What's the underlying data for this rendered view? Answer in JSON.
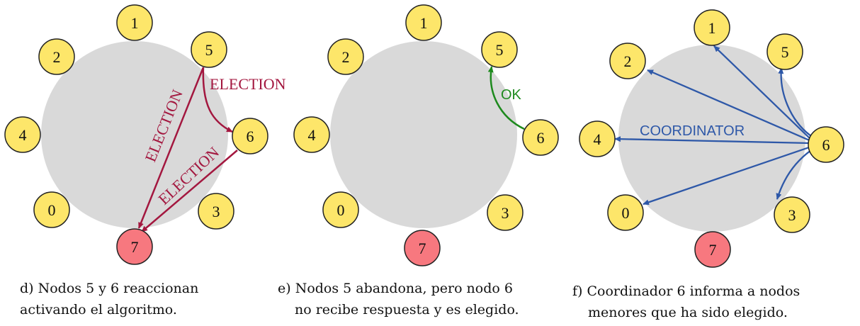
{
  "colors": {
    "node_fill": "#fde66a",
    "coordinator_fill": "#f7787f",
    "ring_fill": "#d9d9d9",
    "election": "#a3173f",
    "ok": "#1e8a1e",
    "coordinator_msg": "#2e58a8"
  },
  "panel_d": {
    "nodes": {
      "n1": "1",
      "n2": "2",
      "n4": "4",
      "n0": "0",
      "n5": "5",
      "n6": "6",
      "n3": "3",
      "n7": "7"
    },
    "label_election_top": "ELECTION",
    "label_election_diag1": "ELECTION",
    "label_election_diag2": "ELECTION",
    "caption_line1": "d) Nodos 5 y 6 reaccionan",
    "caption_line2": "activando el algoritmo."
  },
  "panel_e": {
    "nodes": {
      "n1": "1",
      "n2": "2",
      "n4": "4",
      "n0": "0",
      "n5": "5",
      "n6": "6",
      "n3": "3",
      "n7": "7"
    },
    "label_ok": "OK",
    "caption_line1": "e) Nodos 5 abandona, pero nodo 6",
    "caption_line2": "no recibe respuesta y es elegido."
  },
  "panel_f": {
    "nodes": {
      "n1": "1",
      "n2": "2",
      "n4": "4",
      "n0": "0",
      "n5": "5",
      "n6": "6",
      "n3": "3",
      "n7": "7"
    },
    "label_coordinator": "COORDINATOR",
    "caption_line1": "f) Coordinador 6 informa a nodos",
    "caption_line2": "menores que ha sido elegido."
  }
}
